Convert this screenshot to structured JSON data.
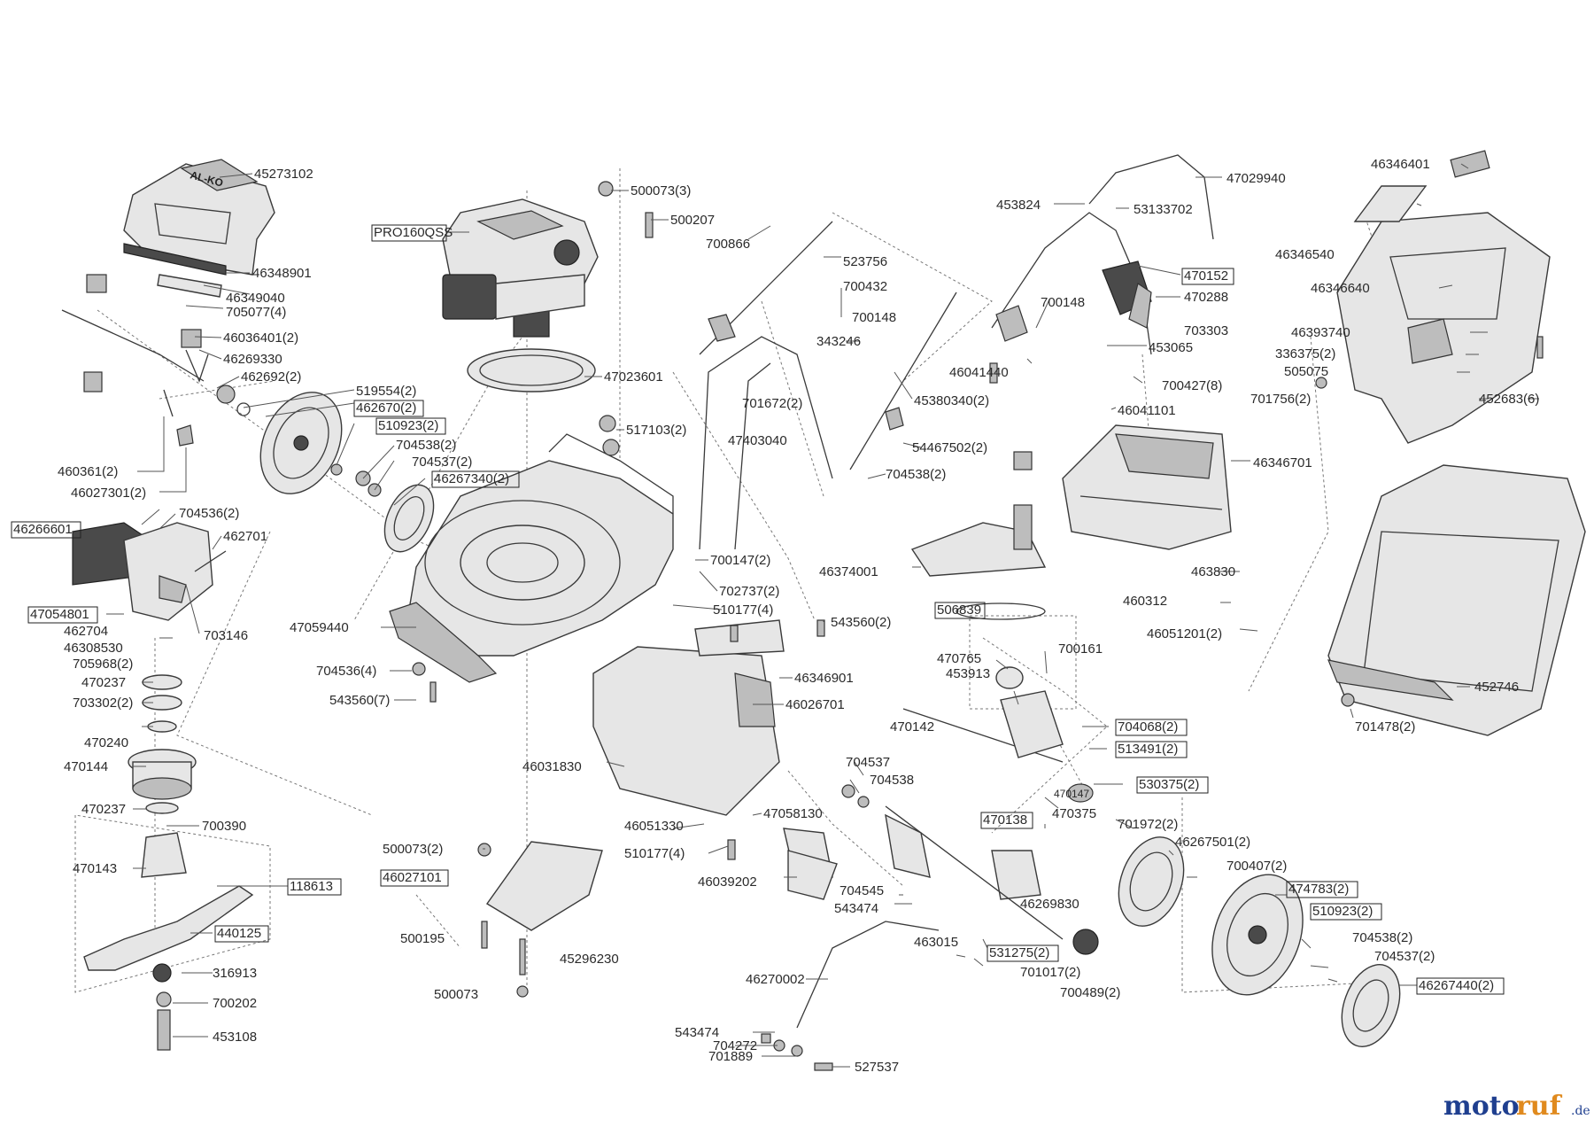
{
  "labels": [
    {
      "id": "l01",
      "text": "45273102"
    },
    {
      "id": "l02",
      "text": "46348901"
    },
    {
      "id": "l03",
      "text": "46349040"
    },
    {
      "id": "l04",
      "text": "705077(4)"
    },
    {
      "id": "l05",
      "text": "46036401(2)"
    },
    {
      "id": "l06",
      "text": "46269330"
    },
    {
      "id": "l07",
      "text": "462692(2)"
    },
    {
      "id": "l08",
      "text": "519554(2)"
    },
    {
      "id": "l09",
      "text": "462670(2)"
    },
    {
      "id": "l10",
      "text": "510923(2)"
    },
    {
      "id": "l11",
      "text": "704538(2)"
    },
    {
      "id": "l12",
      "text": "704537(2)"
    },
    {
      "id": "l13",
      "text": "46267340(2)"
    },
    {
      "id": "l14",
      "text": "460361(2)"
    },
    {
      "id": "l15",
      "text": "46027301(2)"
    },
    {
      "id": "l16",
      "text": "46266601"
    },
    {
      "id": "l17",
      "text": "704536(2)"
    },
    {
      "id": "l18",
      "text": "462701"
    },
    {
      "id": "l19",
      "text": "47054801"
    },
    {
      "id": "l20",
      "text": "462704"
    },
    {
      "id": "l21",
      "text": "46308530"
    },
    {
      "id": "l22",
      "text": "703146"
    },
    {
      "id": "l23",
      "text": "705968(2)"
    },
    {
      "id": "l24",
      "text": "470237"
    },
    {
      "id": "l25",
      "text": "703302(2)"
    },
    {
      "id": "l26",
      "text": "470240"
    },
    {
      "id": "l27",
      "text": "470144"
    },
    {
      "id": "l28",
      "text": "470237"
    },
    {
      "id": "l29",
      "text": "700390"
    },
    {
      "id": "l30",
      "text": "470143"
    },
    {
      "id": "l31",
      "text": "118613"
    },
    {
      "id": "l32",
      "text": "440125"
    },
    {
      "id": "l33",
      "text": "316913"
    },
    {
      "id": "l34",
      "text": "700202"
    },
    {
      "id": "l35",
      "text": "453108"
    },
    {
      "id": "l36",
      "text": "PRO160QSS"
    },
    {
      "id": "l37",
      "text": "500073(3)"
    },
    {
      "id": "l38",
      "text": "500207"
    },
    {
      "id": "l39",
      "text": "47023601"
    },
    {
      "id": "l40",
      "text": "517103(2)"
    },
    {
      "id": "l41",
      "text": "47059440"
    },
    {
      "id": "l42",
      "text": "704536(4)"
    },
    {
      "id": "l43",
      "text": "543560(7)"
    },
    {
      "id": "l44",
      "text": "700147(2)"
    },
    {
      "id": "l45",
      "text": "702737(2)"
    },
    {
      "id": "l46",
      "text": "510177(4)"
    },
    {
      "id": "l47",
      "text": "543560(2)"
    },
    {
      "id": "l48",
      "text": "46346901"
    },
    {
      "id": "l49",
      "text": "46026701"
    },
    {
      "id": "l50",
      "text": "46031830"
    },
    {
      "id": "l51",
      "text": "46051330"
    },
    {
      "id": "l52",
      "text": "510177(4)"
    },
    {
      "id": "l53",
      "text": "46039202"
    },
    {
      "id": "l54",
      "text": "47058130"
    },
    {
      "id": "l55",
      "text": "500073(2)"
    },
    {
      "id": "l56",
      "text": "46027101"
    },
    {
      "id": "l57",
      "text": "500195"
    },
    {
      "id": "l58",
      "text": "45296230"
    },
    {
      "id": "l59",
      "text": "500073"
    },
    {
      "id": "l60",
      "text": "700866"
    },
    {
      "id": "l61",
      "text": "523756"
    },
    {
      "id": "l62",
      "text": "700432"
    },
    {
      "id": "l63",
      "text": "700148"
    },
    {
      "id": "l64",
      "text": "343246"
    },
    {
      "id": "l65",
      "text": "701672(2)"
    },
    {
      "id": "l66",
      "text": "45380340(2)"
    },
    {
      "id": "l67",
      "text": "47403040"
    },
    {
      "id": "l68",
      "text": "54467502(2)"
    },
    {
      "id": "l69",
      "text": "704538(2)"
    },
    {
      "id": "l70",
      "text": "46374001"
    },
    {
      "id": "l71",
      "text": "506839"
    },
    {
      "id": "l72",
      "text": "47029940"
    },
    {
      "id": "l73",
      "text": "453824"
    },
    {
      "id": "l74",
      "text": "53133702"
    },
    {
      "id": "l75",
      "text": "470152"
    },
    {
      "id": "l76",
      "text": "700148"
    },
    {
      "id": "l77",
      "text": "470288"
    },
    {
      "id": "l78",
      "text": "703303"
    },
    {
      "id": "l79",
      "text": "46041440"
    },
    {
      "id": "l80",
      "text": "453065"
    },
    {
      "id": "l81",
      "text": "700427(8)"
    },
    {
      "id": "l82",
      "text": "46041101"
    },
    {
      "id": "l83",
      "text": "46346701"
    },
    {
      "id": "l84",
      "text": "463830"
    },
    {
      "id": "l85",
      "text": "460312"
    },
    {
      "id": "l86",
      "text": "46051201(2)"
    },
    {
      "id": "l87",
      "text": "470765"
    },
    {
      "id": "l88",
      "text": "700161"
    },
    {
      "id": "l89",
      "text": "453913"
    },
    {
      "id": "l90",
      "text": "470142"
    },
    {
      "id": "l91",
      "text": "704068(2)"
    },
    {
      "id": "l92",
      "text": "513491(2)"
    },
    {
      "id": "l93",
      "text": "530375(2)"
    },
    {
      "id": "l94",
      "text": "470147"
    },
    {
      "id": "l95",
      "text": "470138"
    },
    {
      "id": "l96",
      "text": "470375"
    },
    {
      "id": "l97",
      "text": "704537"
    },
    {
      "id": "l98",
      "text": "704538"
    },
    {
      "id": "l99",
      "text": "704545"
    },
    {
      "id": "l100",
      "text": "543474"
    },
    {
      "id": "l101",
      "text": "46269830"
    },
    {
      "id": "l102",
      "text": "463015"
    },
    {
      "id": "l103",
      "text": "531275(2)"
    },
    {
      "id": "l104",
      "text": "701017(2)"
    },
    {
      "id": "l105",
      "text": "700489(2)"
    },
    {
      "id": "l106",
      "text": "46270002"
    },
    {
      "id": "l107",
      "text": "543474"
    },
    {
      "id": "l108",
      "text": "704272"
    },
    {
      "id": "l109",
      "text": "701889"
    },
    {
      "id": "l110",
      "text": "527537"
    },
    {
      "id": "l111",
      "text": "701972(2)"
    },
    {
      "id": "l112",
      "text": "46267501(2)"
    },
    {
      "id": "l113",
      "text": "700407(2)"
    },
    {
      "id": "l114",
      "text": "474783(2)"
    },
    {
      "id": "l115",
      "text": "510923(2)"
    },
    {
      "id": "l116",
      "text": "704538(2)"
    },
    {
      "id": "l117",
      "text": "704537(2)"
    },
    {
      "id": "l118",
      "text": "46267440(2)"
    },
    {
      "id": "l119",
      "text": "46346401"
    },
    {
      "id": "l120",
      "text": "46346540"
    },
    {
      "id": "l121",
      "text": "46346640"
    },
    {
      "id": "l122",
      "text": "46393740"
    },
    {
      "id": "l123",
      "text": "336375(2)"
    },
    {
      "id": "l124",
      "text": "505075"
    },
    {
      "id": "l125",
      "text": "701756(2)"
    },
    {
      "id": "l126",
      "text": "452683(6)"
    },
    {
      "id": "l127",
      "text": "452746"
    },
    {
      "id": "l128",
      "text": "701478(2)"
    }
  ],
  "logo_text": "AL-KO",
  "watermark": {
    "part1": "moto",
    "part2": "ruf",
    "suffix": ".de"
  }
}
